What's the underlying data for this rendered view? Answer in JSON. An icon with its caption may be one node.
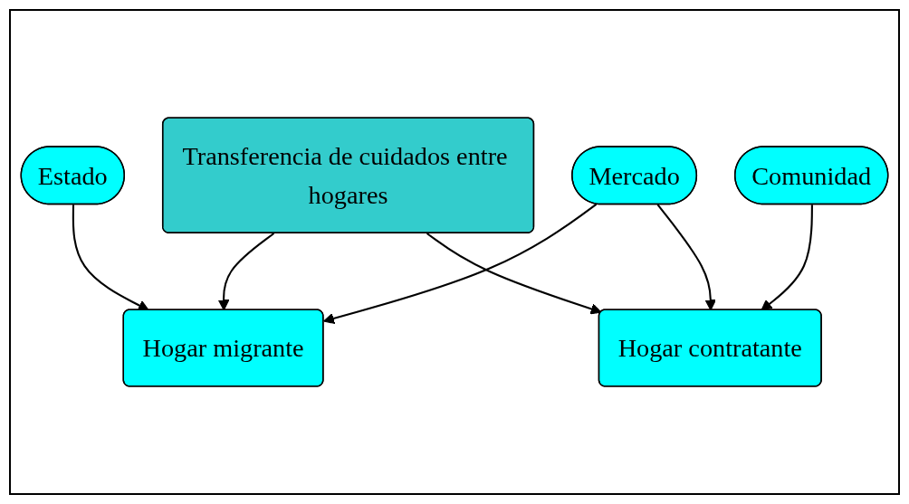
{
  "diagram": {
    "nodes": [
      {
        "text": [
          "Transferencia de cuidados entre hogares"
        ]
      },
      {
        "text": [
          "Hogar migrante"
        ]
      },
      {
        "text": [
          "Hogar contratante"
        ]
      },
      {
        "text": [
          "Estado"
        ]
      },
      {
        "text": [
          "Mercado"
        ]
      },
      {
        "text": [
          "Comunidad"
        ]
      }
    ],
    "edges": [
      {
        "from": 0,
        "to": 1,
        "arrow": "to"
      },
      {
        "from": 0,
        "to": 2,
        "arrow": "to"
      },
      {
        "from": 3,
        "to": 1,
        "arrow": "to"
      },
      {
        "from": 4,
        "to": 1,
        "arrow": "to"
      },
      {
        "from": 4,
        "to": 2,
        "arrow": "to"
      },
      {
        "from": 5,
        "to": 2,
        "arrow": "to"
      }
    ]
  }
}
